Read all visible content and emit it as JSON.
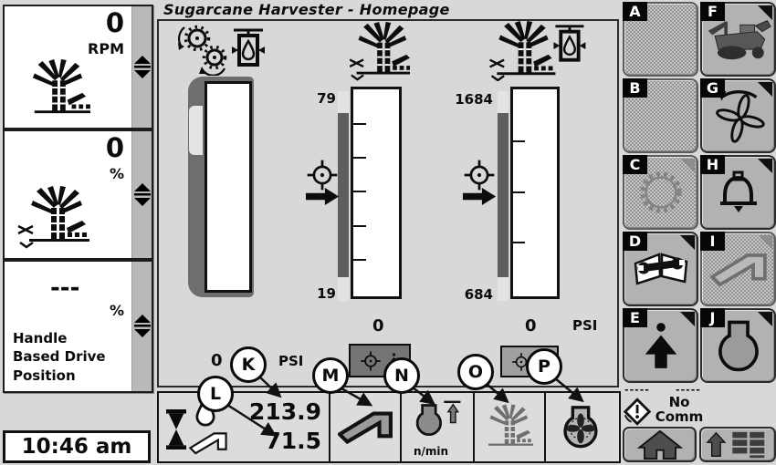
{
  "window": {
    "title": "Sugarcane Harvester - Homepage"
  },
  "colors": {
    "background": "#d8d8d8",
    "panel_bg": "#ffffff",
    "button_bg": "#b2b2b2",
    "strip_dark": "#5e5e5e",
    "strip_light": "#e3e3e3",
    "frame_dark": "#6e6e6e",
    "icon_gray": "#6f6f6f",
    "ink": "#0b0b0b"
  },
  "left_panels": [
    {
      "value": "0",
      "unit": "RPM",
      "icon": "sugarcane-topper-icon"
    },
    {
      "value": "0",
      "unit": "%",
      "icon": "sugarcane-basecutter-icon"
    },
    {
      "value": "---",
      "unit": "%",
      "label": "Handle Based Drive Position"
    }
  ],
  "clock": {
    "time": "10:46 am"
  },
  "gauges": {
    "chopper": {
      "value": "0",
      "unit": "PSI",
      "icon": "chopper-drums-pressure-icon"
    },
    "middle": {
      "max": "79",
      "min": "19",
      "value": "0",
      "icon": "basecutter-height-icon"
    },
    "right": {
      "max": "1684",
      "min": "684",
      "value": "0",
      "unit": "PSI",
      "icon": "basecutter-pressure-icon"
    }
  },
  "callouts": {
    "k": "K",
    "l": "L",
    "m": "M",
    "n": "N",
    "o": "O",
    "p": "P"
  },
  "bottom_bar": {
    "top_value": "213.9",
    "bottom_value": "71.5",
    "pump_unit": "n/min",
    "icons": [
      "hourglass-icon",
      "droplet-icon",
      "arm-outline-icon",
      "arm-filled-icon",
      "pump-up-icon",
      "sugarcane-icon",
      "fan-pump-icon"
    ]
  },
  "right_panel": {
    "buttons": [
      {
        "letter": "A",
        "state": "disabled",
        "icon": "none"
      },
      {
        "letter": "F",
        "state": "enabled",
        "icon": "harvester-icon"
      },
      {
        "letter": "B",
        "state": "disabled",
        "icon": "none"
      },
      {
        "letter": "G",
        "state": "enabled",
        "icon": "fan-reverse-icon"
      },
      {
        "letter": "C",
        "state": "disabled",
        "icon": "gear-ring-icon"
      },
      {
        "letter": "H",
        "state": "enabled",
        "icon": "alarm-bell-icon"
      },
      {
        "letter": "D",
        "state": "enabled",
        "icon": "service-manual-icon"
      },
      {
        "letter": "I",
        "state": "disabled",
        "icon": "crop-divider-arm-icon"
      },
      {
        "letter": "E",
        "state": "enabled",
        "icon": "operator-icon"
      },
      {
        "letter": "J",
        "state": "enabled",
        "icon": "pump-icon"
      }
    ],
    "status": {
      "dash_left": "-----",
      "dash_right": "-----",
      "line1": "No",
      "line2": "Comm"
    }
  }
}
